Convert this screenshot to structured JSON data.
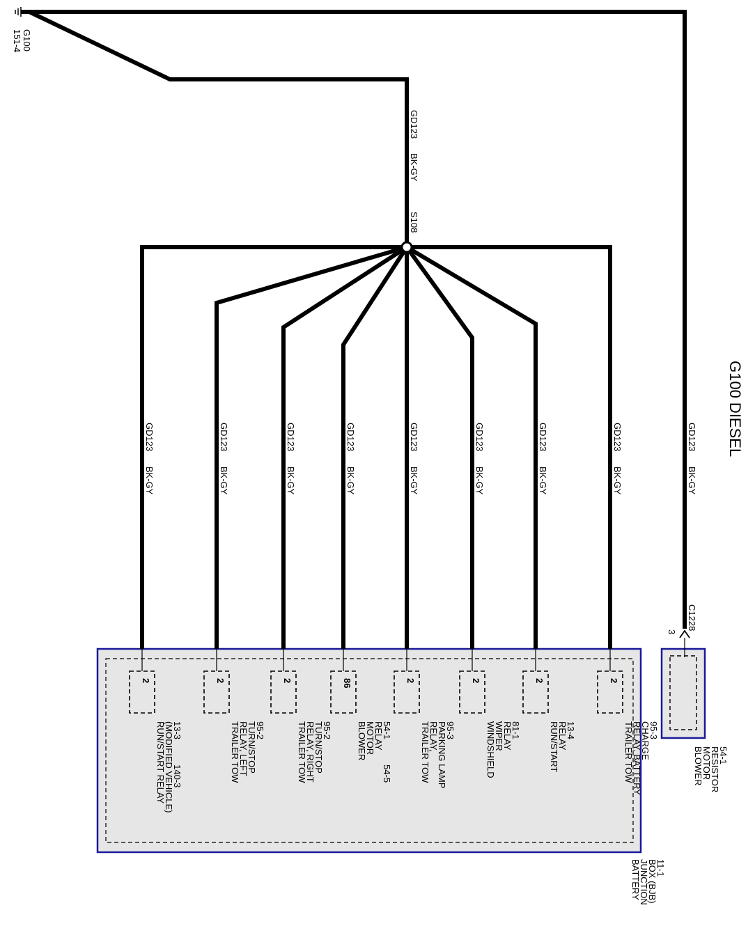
{
  "title": "G100 DIESEL",
  "ground": {
    "name": "G100",
    "ref": "151-4"
  },
  "splice": "S108",
  "trunk_wire": {
    "circuit": "GD123",
    "color": "BK-GY"
  },
  "right_wire": {
    "circuit": "GD123",
    "color": "BK-GY"
  },
  "resistor": {
    "connector": "C1228",
    "pin": "3",
    "label": [
      "BLOWER",
      "MOTOR",
      "RESISTOR",
      "54-1"
    ]
  },
  "bjb": {
    "label": [
      "BATTERY",
      "JUNCTION",
      "BOX (BJB)",
      "11-1"
    ]
  },
  "branches": [
    {
      "circuit": "GD123",
      "color": "BK-GY",
      "pin": "2",
      "label": [
        "RUN/START RELAY",
        "(MODIFIED VEHICLE)",
        "13-3          140-3"
      ]
    },
    {
      "circuit": "GD123",
      "color": "BK-GY",
      "pin": "2",
      "label": [
        "TRAILER TOW",
        "RELAY, LEFT",
        "TURN/STOP",
        "95-2"
      ]
    },
    {
      "circuit": "GD123",
      "color": "BK-GY",
      "pin": "2",
      "label": [
        "TRAILER TOW",
        "RELAY, RIGHT",
        "TURN/STOP",
        "95-2"
      ]
    },
    {
      "circuit": "GD123",
      "color": "BK-GY",
      "pin": "86",
      "label": [
        "BLOWER",
        "MOTOR",
        "RELAY",
        "54-1          54-5"
      ]
    },
    {
      "circuit": "GD123",
      "color": "BK-GY",
      "pin": "2",
      "label": [
        "TRAILER TOW",
        "RELAY,",
        "PARKING LAMP",
        "95-3"
      ]
    },
    {
      "circuit": "GD123",
      "color": "BK-GY",
      "pin": "2",
      "label": [
        "WINDSHIELD",
        "WIPER",
        "RELAY",
        "81-1"
      ]
    },
    {
      "circuit": "GD123",
      "color": "BK-GY",
      "pin": "2",
      "label": [
        "RUN/START",
        "RELAY",
        "13-4"
      ]
    },
    {
      "circuit": "GD123",
      "color": "BK-GY",
      "pin": "2",
      "label": [
        "TRAILER TOW",
        "RELAY, BATTERY",
        "CHARGE",
        "95-3"
      ]
    }
  ],
  "colors": {
    "wire": "#000000",
    "box_border": "#1a1a9a",
    "box_fill": "#e6e6e6"
  }
}
